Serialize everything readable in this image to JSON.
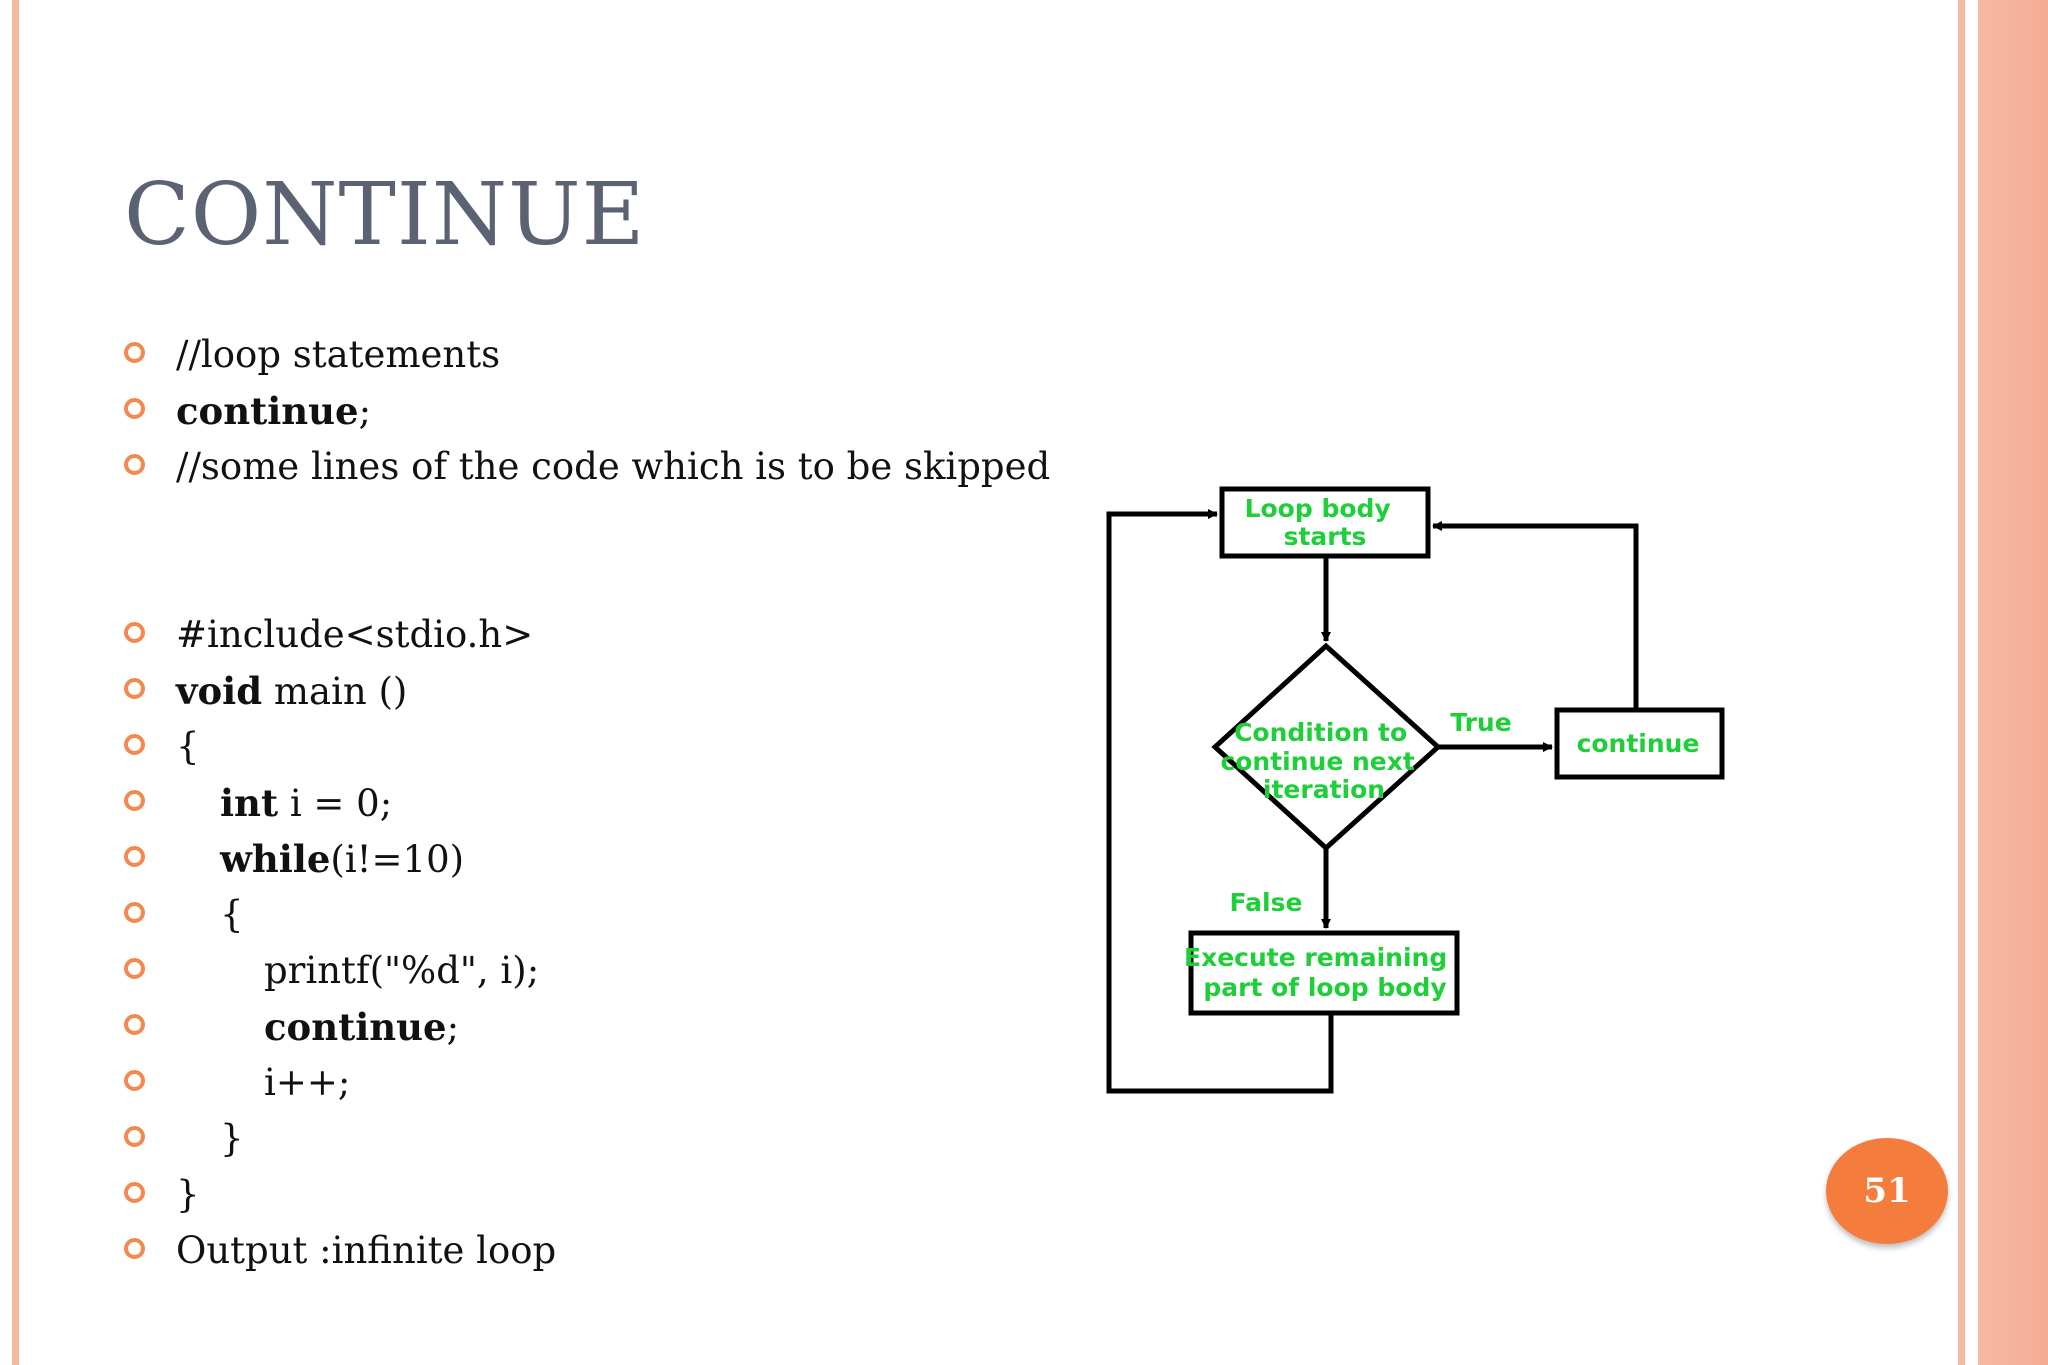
{
  "slide": {
    "title": "CONTINUE",
    "page_number": "51",
    "accent_color": "#f28a4f",
    "stripe_color": "#f6b9a2"
  },
  "bullets": [
    {
      "parts": [
        {
          "text": "//loop statements",
          "bold": false
        }
      ],
      "indent": 0
    },
    {
      "parts": [
        {
          "text": "continue",
          "bold": true
        },
        {
          "text": ";",
          "bold": false
        }
      ],
      "indent": 0
    },
    {
      "parts": [
        {
          "text": "//some lines of the code which is to be skipped",
          "bold": false
        }
      ],
      "indent": 0
    },
    {
      "parts": [
        {
          "text": "#include<stdio.h>",
          "bold": false
        }
      ],
      "indent": 0,
      "gap_before": true
    },
    {
      "parts": [
        {
          "text": "void",
          "bold": true
        },
        {
          "text": " main ()",
          "bold": false
        }
      ],
      "indent": 0
    },
    {
      "parts": [
        {
          "text": "{",
          "bold": false
        }
      ],
      "indent": 0
    },
    {
      "parts": [
        {
          "text": "int",
          "bold": true
        },
        {
          "text": " i = 0;",
          "bold": false
        }
      ],
      "indent": 1
    },
    {
      "parts": [
        {
          "text": "while",
          "bold": true
        },
        {
          "text": "(i!=10)",
          "bold": false
        }
      ],
      "indent": 1
    },
    {
      "parts": [
        {
          "text": "{",
          "bold": false
        }
      ],
      "indent": 1
    },
    {
      "parts": [
        {
          "text": "printf(\"%d\", i);",
          "bold": false
        }
      ],
      "indent": 2
    },
    {
      "parts": [
        {
          "text": "continue",
          "bold": true
        },
        {
          "text": ";",
          "bold": false
        }
      ],
      "indent": 2
    },
    {
      "parts": [
        {
          "text": "i++;",
          "bold": false
        }
      ],
      "indent": 2
    },
    {
      "parts": [
        {
          "text": "}",
          "bold": false
        }
      ],
      "indent": 1
    },
    {
      "parts": [
        {
          "text": "}",
          "bold": false
        }
      ],
      "indent": 0
    },
    {
      "parts": [
        {
          "text": "Output :infinite loop",
          "bold": false
        }
      ],
      "indent": 0
    }
  ],
  "flowchart": {
    "text_color": "#1fcf3a",
    "line_color": "#000000",
    "loop_start_lines": [
      "Loop body",
      "starts"
    ],
    "condition_lines": [
      "Condition to",
      "continue next",
      "iteration"
    ],
    "continue_label": "continue",
    "execute_lines": [
      "Execute remaining",
      "part of loop body"
    ],
    "true_label": "True",
    "false_label": "False"
  }
}
